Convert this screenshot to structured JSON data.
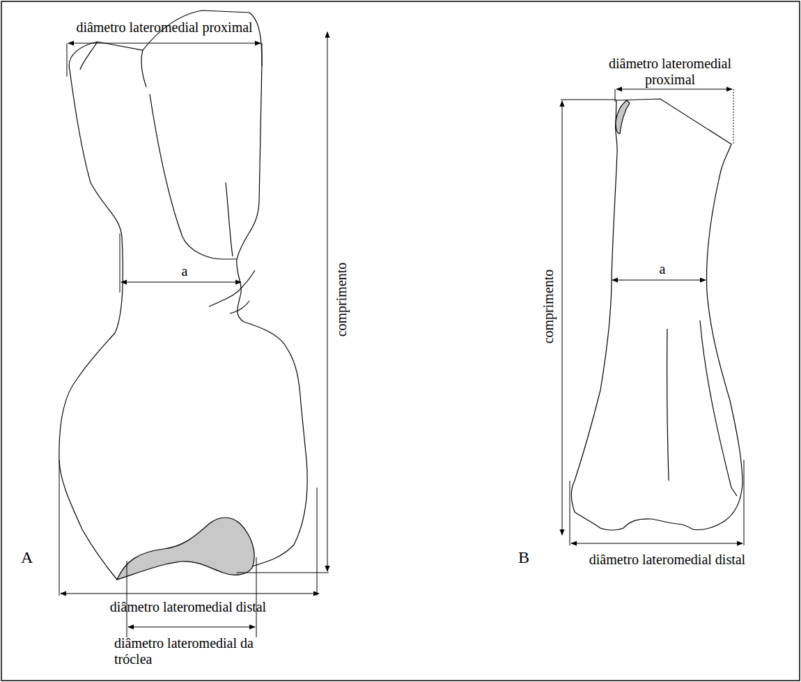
{
  "diagram": {
    "labels": [
      "diâmetro lateromedial proximal",
      "a",
      "comprimento",
      "A",
      "diâmetro lateromedial distal",
      "diâmetro lateromedial da tróclea",
      "diâmetro lateromedial proximal",
      "comprimento",
      "a",
      "B",
      "diâmetro lateromedial distal"
    ]
  }
}
